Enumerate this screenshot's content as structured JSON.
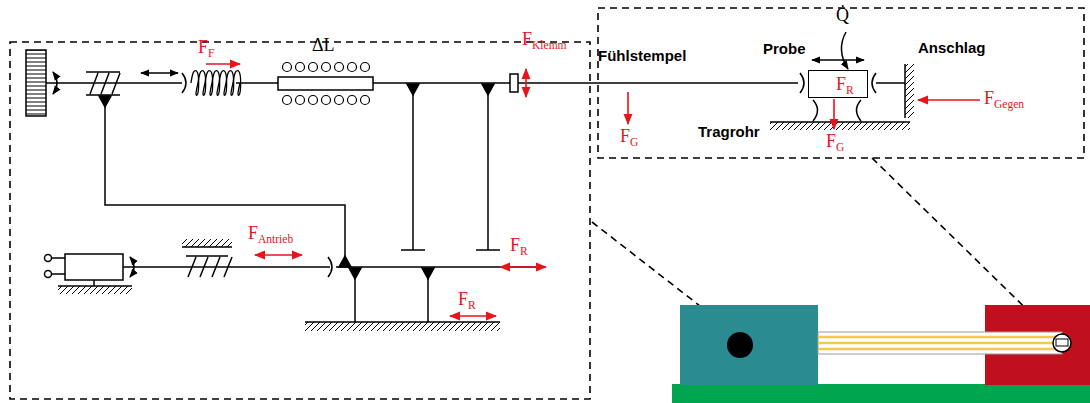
{
  "diagram": {
    "nodes": [
      {
        "text": [
          "Probe"
        ]
      }
    ],
    "labels": [
      "FF",
      "ΔL",
      "FKlemm",
      "Fühlstempel",
      "FG",
      "FAntrieb",
      "FR",
      "FR",
      "Q̇",
      "Anschlag",
      "FGegen",
      "FR",
      "Tragrohr",
      "FG"
    ]
  }
}
